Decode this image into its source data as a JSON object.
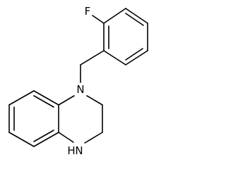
{
  "molecule": {
    "atom_labels": {
      "fluorine": "F",
      "ring_nitrogen": "N",
      "amine": "H",
      "amine_nitrogen": "N"
    },
    "colors": {
      "bond": "#000000",
      "label": "#000000",
      "background": "#ffffff"
    }
  }
}
